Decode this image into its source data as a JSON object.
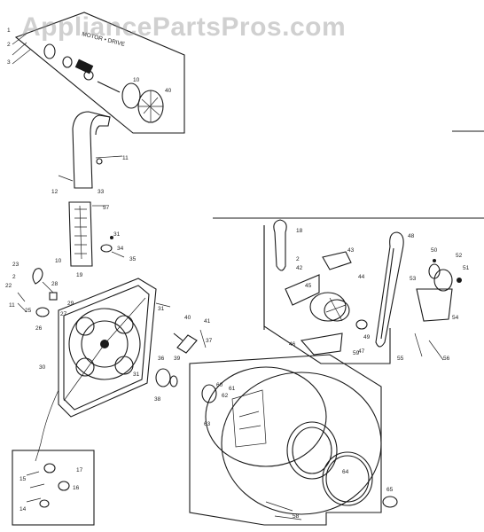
{
  "watermark": "AppliancePartsPros.com",
  "motor_panel": {
    "header": "MOTOR • DRIVE",
    "labels": [
      "1",
      "2",
      "3",
      "10",
      "40",
      "11",
      "12"
    ]
  },
  "exhaust": {
    "labels": [
      "11",
      "12",
      "33",
      "57",
      "31",
      "34",
      "35",
      "10",
      "19"
    ]
  },
  "rear_panel": {
    "labels": [
      "23",
      "22",
      "25",
      "26",
      "27",
      "28",
      "29",
      "30",
      "31",
      "2",
      "11"
    ]
  },
  "drive_panel": {
    "labels": [
      "18",
      "2",
      "42",
      "43",
      "45",
      "44",
      "46",
      "47",
      "48",
      "49",
      "50",
      "51",
      "52",
      "53",
      "54",
      "55",
      "56"
    ]
  },
  "drum": {
    "labels": [
      "58",
      "59",
      "60",
      "61",
      "62",
      "63",
      "64",
      "65",
      "36",
      "39",
      "40",
      "41",
      "37",
      "38",
      "31"
    ]
  },
  "inset": {
    "labels": [
      "17",
      "15",
      "16",
      "14"
    ]
  },
  "colors": {
    "line": "#1a1a1a",
    "background": "#ffffff",
    "watermark": "#969696"
  }
}
